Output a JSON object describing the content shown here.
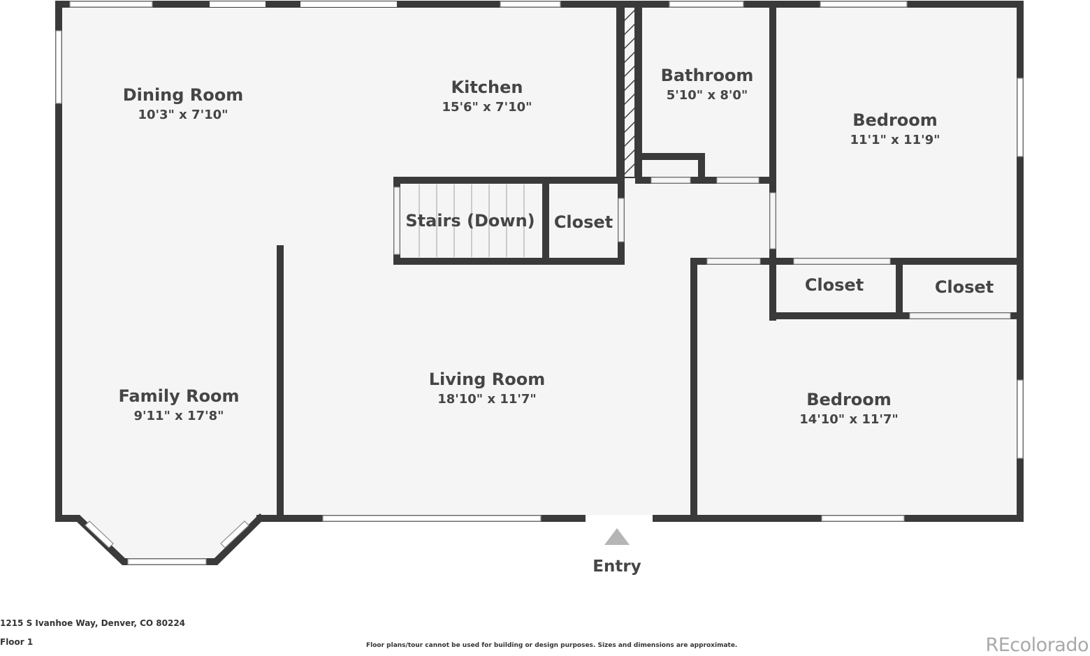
{
  "rooms": [
    {
      "id": "dining-room",
      "name": "Dining Room",
      "dims": "10'3\" x 7'10\""
    },
    {
      "id": "kitchen",
      "name": "Kitchen",
      "dims": "15'6\" x 7'10\""
    },
    {
      "id": "bathroom",
      "name": "Bathroom",
      "dims": "5'10\" x 8'0\""
    },
    {
      "id": "bedroom-1",
      "name": "Bedroom",
      "dims": "11'1\" x 11'9\""
    },
    {
      "id": "stairs",
      "name": "Stairs (Down)",
      "dims": ""
    },
    {
      "id": "closet-1",
      "name": "Closet",
      "dims": ""
    },
    {
      "id": "closet-2",
      "name": "Closet",
      "dims": ""
    },
    {
      "id": "closet-3",
      "name": "Closet",
      "dims": ""
    },
    {
      "id": "family-room",
      "name": "Family Room",
      "dims": "9'11\" x 17'8\""
    },
    {
      "id": "living-room",
      "name": "Living Room",
      "dims": "18'10\" x 11'7\""
    },
    {
      "id": "bedroom-2",
      "name": "Bedroom",
      "dims": "14'10\" x 11'7\""
    }
  ],
  "entry_label": "Entry",
  "footer": {
    "address": "1215 S Ivanhoe Way, Denver, CO 80224",
    "floor": "Floor 1",
    "disclaimer": "Floor plans/tour cannot be used for building or design purposes. Sizes and dimensions are approximate.",
    "brand": "REcolorado"
  },
  "colors": {
    "wall": "#3a3a3a",
    "floor": "#f5f5f5",
    "window": "#ffffff",
    "entry_marker": "#b5b5b5"
  }
}
